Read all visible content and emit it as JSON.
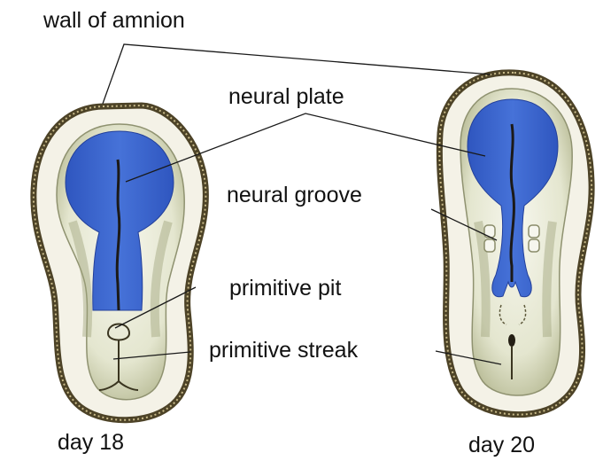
{
  "labels": {
    "wall_of_amnion": "wall of amnion",
    "neural_plate": "neural plate",
    "neural_groove": "neural groove",
    "primitive_pit": "primitive pit",
    "primitive_streak": "primitive streak"
  },
  "captions": {
    "left": "day 18",
    "right": "day 20"
  },
  "colors": {
    "neural_tissue": "#3a63c9",
    "embryo_fill": "#eceedd",
    "shadow": "#a9ad8a",
    "amnion_wall": "#4d4327",
    "amnion_fill": "#f4f2e7"
  }
}
